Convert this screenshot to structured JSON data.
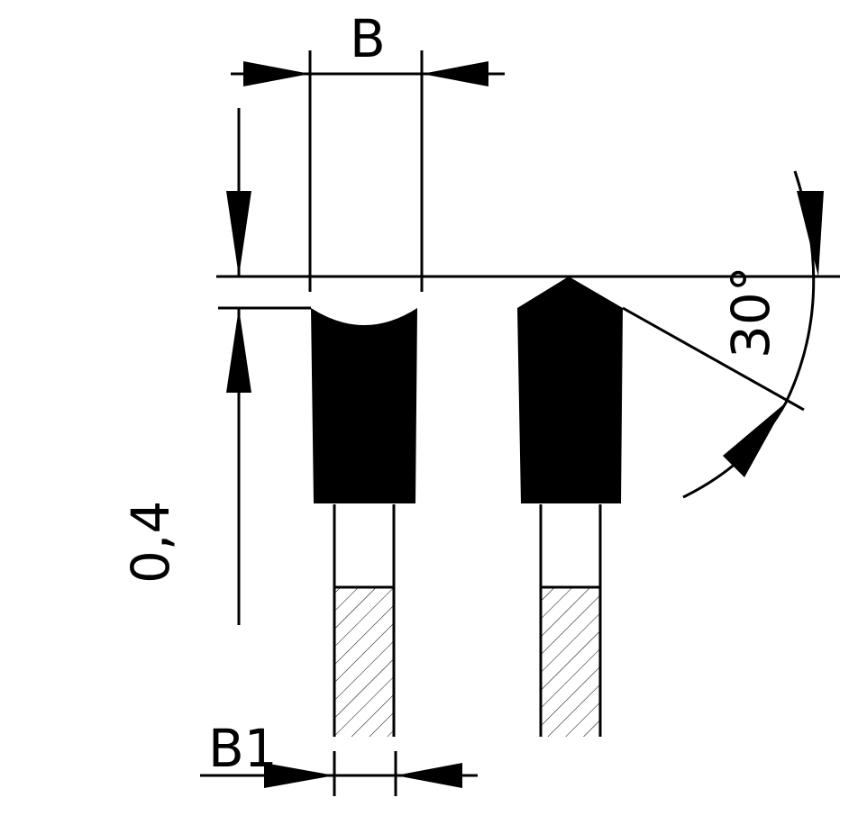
{
  "diagram": {
    "labels": {
      "top_width": "B",
      "body_width": "B1",
      "height_offset": "0,4",
      "angle": "30°"
    },
    "colors": {
      "ink": "#000000",
      "background": "#ffffff"
    }
  }
}
